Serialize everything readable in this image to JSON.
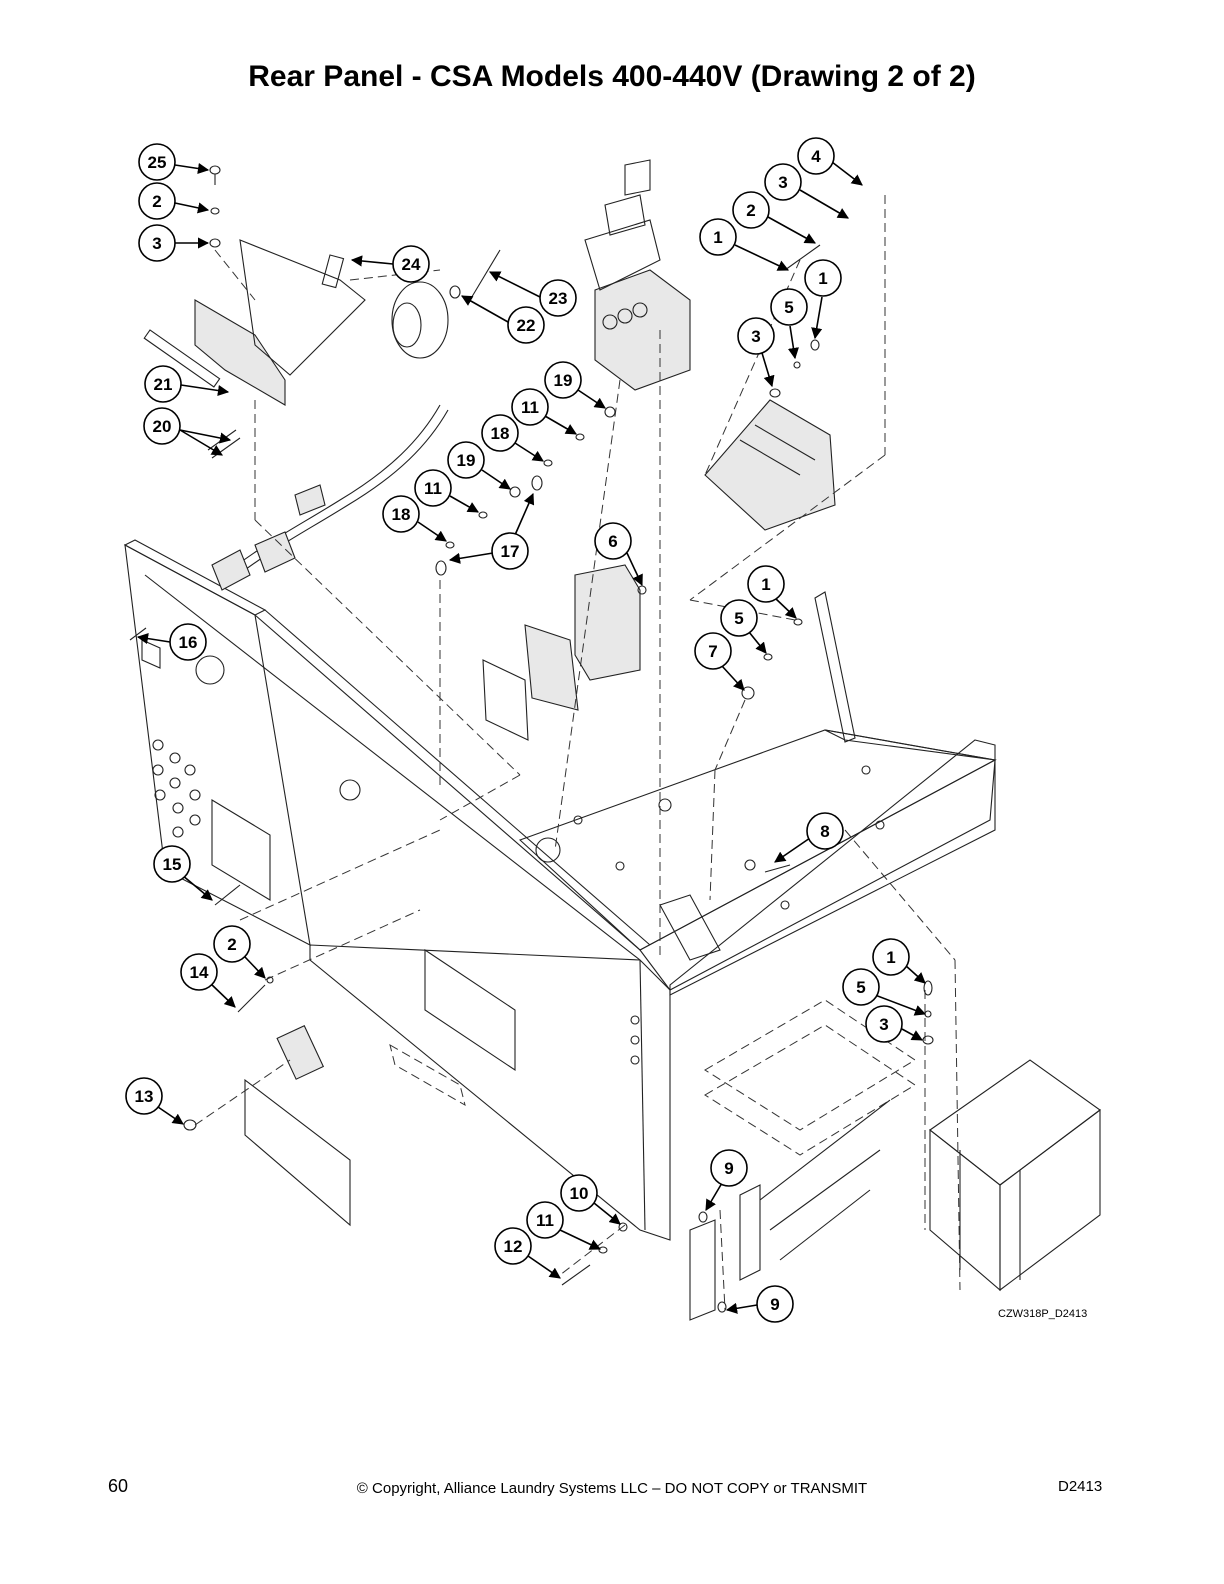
{
  "page": {
    "title": "Rear Panel - CSA Models 400-440V (Drawing 2 of 2)",
    "page_number": "60",
    "copyright": "© Copyright, Alliance Laundry Systems LLC – DO NOT COPY or TRANSMIT",
    "document_id": "D2413",
    "drawing_id": "CZW318P_D2413"
  },
  "callouts": [
    "25",
    "2",
    "3",
    "24",
    "23",
    "22",
    "21",
    "20",
    "4",
    "3",
    "2",
    "1",
    "1",
    "5",
    "3",
    "19",
    "11",
    "18",
    "19",
    "11",
    "18",
    "17",
    "6",
    "16",
    "1",
    "5",
    "7",
    "8",
    "15",
    "2",
    "14",
    "1",
    "5",
    "3",
    "13",
    "9",
    "10",
    "11",
    "12",
    "9"
  ]
}
